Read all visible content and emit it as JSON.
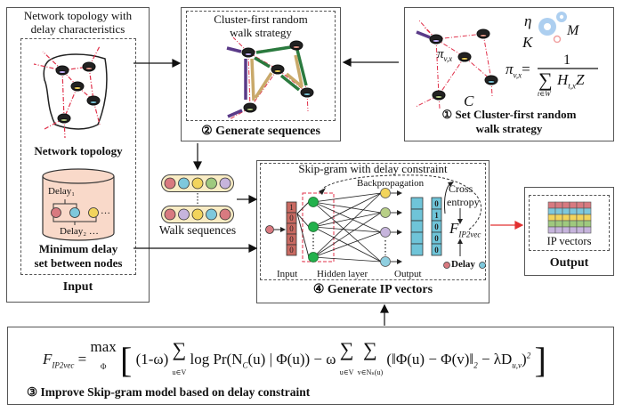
{
  "input_panel": {
    "title_line1": "Network topology with",
    "title_line2": "delay characteristics",
    "network_label": "Network topology",
    "delay1": "Delay₁",
    "delay2": "Delay₂ …",
    "ellipsis": "…",
    "min_delay_line1": "Minimum delay",
    "min_delay_line2": "set between nodes",
    "footer": "Input"
  },
  "generate_panel": {
    "title_line1": "Cluster-first random",
    "title_line2": "walk strategy",
    "footer": "② Generate sequences"
  },
  "strategy_panel": {
    "eta": "η",
    "M": "M",
    "K": "K",
    "C": "C",
    "pi_label": "π",
    "pi_sub": "v,x",
    "formula_lhs": "π",
    "formula_lhs_sub": "v,x",
    "numerator": "1",
    "sum_symbol": "∑",
    "sum_sub": "t∈W",
    "denominator": "H",
    "denominator_sub": "t,x",
    "denominator_tail": "Z",
    "footer_line1": "① Set  Cluster-first random",
    "footer_line2": "walk strategy"
  },
  "walk_sequences": {
    "label": "Walk sequences",
    "row1_colors": [
      "#d87a80",
      "#7ec8dc",
      "#f2d45c",
      "#9fc97e",
      "#c6b4dc"
    ],
    "row2_colors": [
      "#d87a80",
      "#c6b4dc",
      "#f2d45c",
      "#7ec8dc",
      "#d87a80"
    ]
  },
  "skipgram_panel": {
    "title": "Skip-gram with delay constraint",
    "backprop": "Backpropagation",
    "cross_entropy_line1": "Cross",
    "cross_entropy_line2": "entropy",
    "f_label": "F",
    "f_sub": "IP2vec",
    "delay_label": "Delay",
    "input_vector": [
      "1",
      "0",
      "0",
      "0",
      "0"
    ],
    "target_vector": [
      "0",
      "1",
      "0",
      "0",
      "0"
    ],
    "input_label": "Input",
    "hidden_label": "Hidden layer",
    "output_label": "Output",
    "footer": "④ Generate IP vectors"
  },
  "output_panel": {
    "label": "IP vectors",
    "footer": "Output",
    "row_colors": [
      "#d87a80",
      "#7ec8dc",
      "#f2d45c",
      "#9fc97e",
      "#c6b4dc"
    ]
  },
  "formula_panel": {
    "lhs": "F",
    "lhs_sub": "IP2vec",
    "eq": "=",
    "max": "max",
    "max_sub": "Φ",
    "term1": "(1-ω)",
    "sum1_sub": "u∈V",
    "term2": "log Pr(N",
    "term2_sub": "C",
    "term2_tail": "(u) | Φ(u)) − ω",
    "sum2_sub": "u∈V",
    "sum3_sub": "v∈Nₙ(u)",
    "term3": "(‖Φ(u) − Φ(v)‖",
    "norm_sub": "2",
    "term3_tail": " − λD",
    "d_sub": "u,v",
    "close": ")",
    "power": "2",
    "footer": "③ Improve Skip-gram model based on delay constraint"
  },
  "colors": {
    "arrow": "#111111",
    "red_arrow": "#e23030",
    "red_dash": "#e0304a",
    "node_green": "#22b14c",
    "node_yellow": "#f2d45c",
    "node_olive": "#b8cf86",
    "node_lavender": "#c6b4dc",
    "node_cyan": "#8fcfe0",
    "input_vec": "#c96a62",
    "output_vec": "#6fc4d8",
    "db_fill": "#f9d9c9",
    "seq_fill": "#f9ecc4"
  }
}
